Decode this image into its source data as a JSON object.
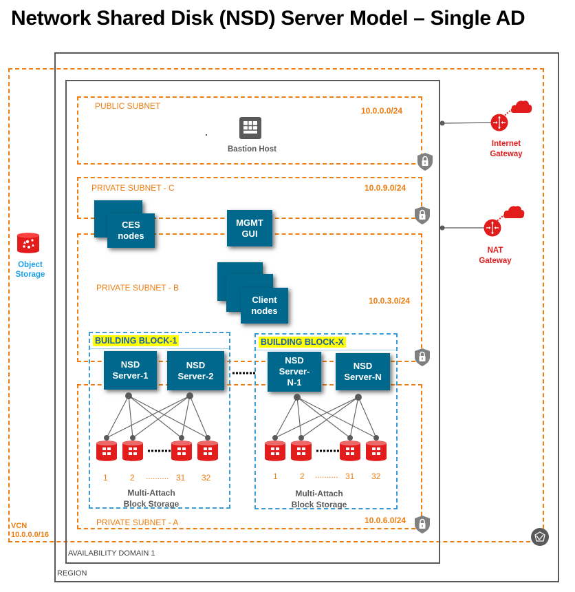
{
  "title": "Network Shared Disk (NSD) Server Model – Single AD",
  "region": {
    "label": "REGION"
  },
  "availability_domain": {
    "label": "AVAILABILITY DOMAIN 1"
  },
  "vcn": {
    "label": "VCN\n10.0.0.0/16"
  },
  "subnets": {
    "public": {
      "label": "PUBLIC SUBNET",
      "cidr": "10.0.0.0/24"
    },
    "private_c": {
      "label": "PRIVATE SUBNET - C",
      "cidr": "10.0.9.0/24"
    },
    "private_b": {
      "label": "PRIVATE SUBNET - B",
      "cidr": "10.0.3.0/24"
    },
    "private_a": {
      "label": "PRIVATE SUBNET - A",
      "cidr": "10.0.6.0/24"
    }
  },
  "bastion": {
    "label": "Bastion Host"
  },
  "nodes": {
    "ces": "CES\nnodes",
    "mgmt": "MGMT\nGUI",
    "client": "Client\nnodes"
  },
  "gateways": {
    "internet": "Internet\nGateway",
    "nat": "NAT\nGateway"
  },
  "object_storage": {
    "label": "Object\nStorage"
  },
  "building_blocks": [
    {
      "label": "BUILDING BLOCK-1",
      "servers": [
        "NSD\nServer-1",
        "NSD\nServer-2"
      ],
      "disks": [
        "1",
        "2",
        "..........",
        "31",
        "32"
      ],
      "storage_label": "Multi-Attach\nBlock Storage"
    },
    {
      "label": "BUILDING BLOCK-X",
      "servers": [
        "NSD\nServer-\nN-1",
        "NSD\nServer-N"
      ],
      "disks": [
        "1",
        "2",
        "..........",
        "31",
        "32"
      ],
      "storage_label": "Multi-Attach\nBlock Storage"
    }
  ],
  "colors": {
    "subnet_border": "#ef7d11",
    "node_fill": "#00688c",
    "gateway_red": "#e21b1b",
    "building_block_border": "#3a9bd9",
    "highlight": "#ffff00",
    "object_storage_text": "#1aa0e8",
    "frame_gray": "#595959"
  }
}
